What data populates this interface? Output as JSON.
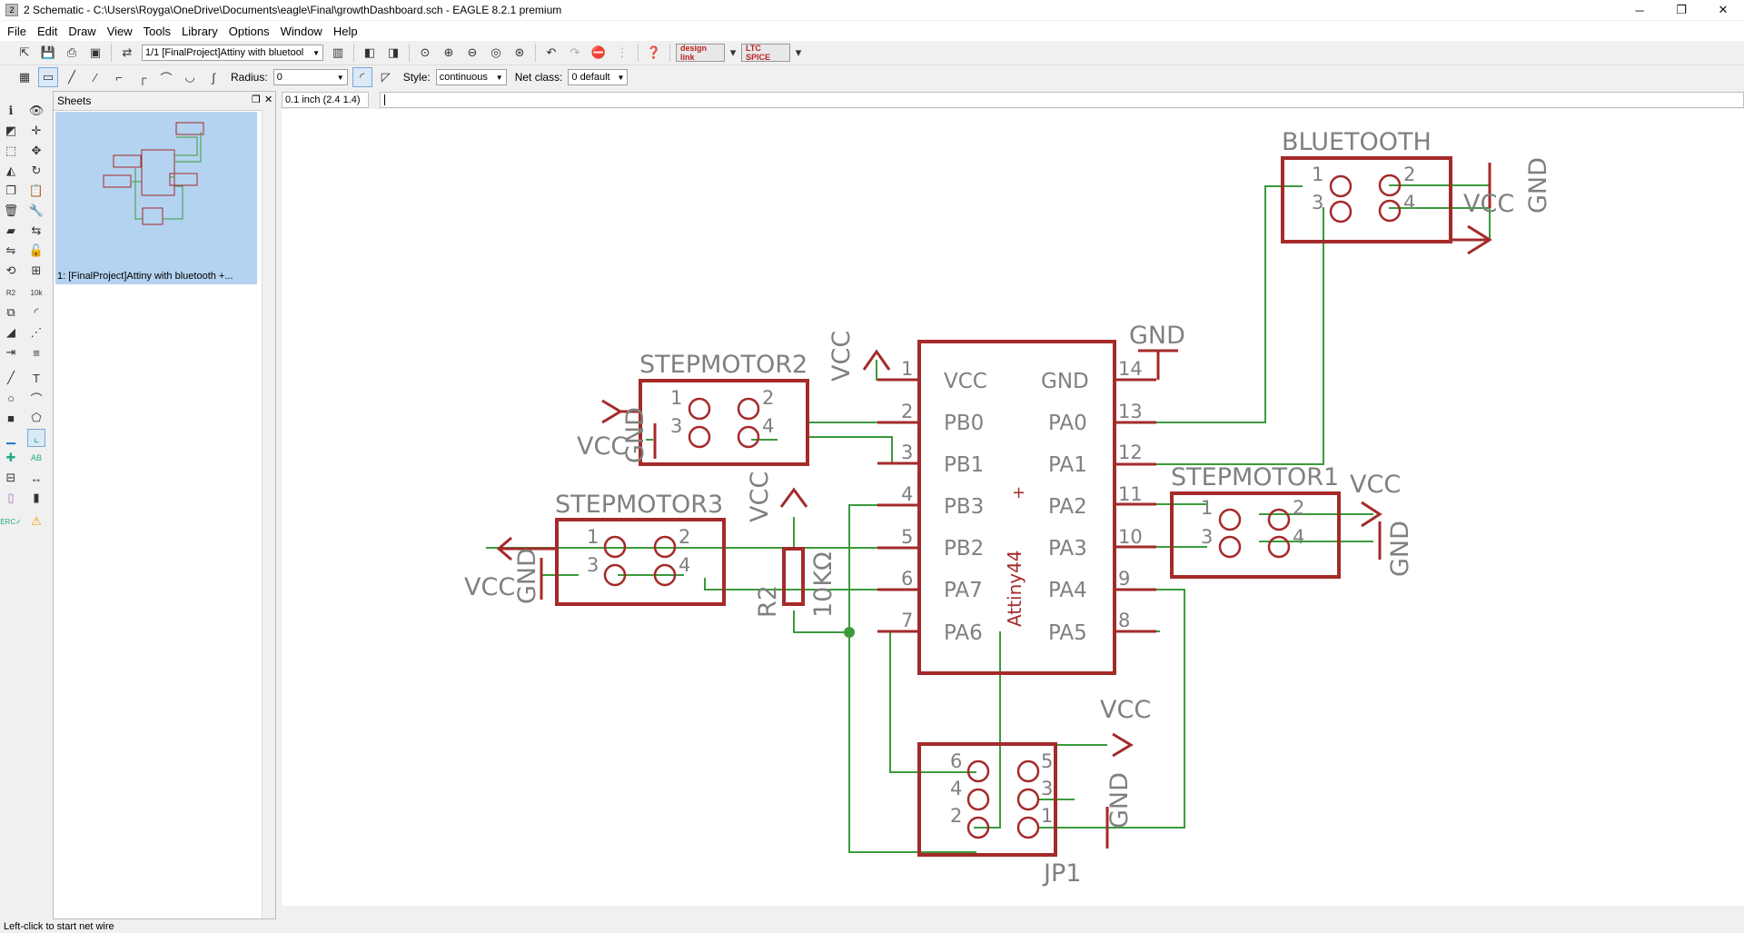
{
  "window": {
    "title": "2 Schematic - C:\\Users\\Royga\\OneDrive\\Documents\\eagle\\Final\\growthDashboard.sch - EAGLE 8.2.1 premium",
    "minimize": "─",
    "restore": "❐",
    "close": "✕"
  },
  "menu": [
    "File",
    "Edit",
    "Draw",
    "View",
    "Tools",
    "Library",
    "Options",
    "Window",
    "Help"
  ],
  "toolbar": {
    "sheet_select": "1/1 [FinalProject]Attiny with bluetool",
    "design_link": "design link",
    "ltspice": "LTC SPICE"
  },
  "wiretoolbar": {
    "radius_label": "Radius:",
    "radius_value": "0",
    "style_label": "Style:",
    "style_value": "continuous",
    "netclass_label": "Net class:",
    "netclass_value": "0 default"
  },
  "sheets_panel": {
    "title": "Sheets",
    "item_caption": "1: [FinalProject]Attiny with bluetooth +..."
  },
  "coord": "0.1 inch (2.4 1.4)",
  "status": "Left-click to start net wire",
  "schematic": {
    "bluetooth": {
      "name": "BLUETOOTH",
      "pins": [
        "1",
        "2",
        "3",
        "4"
      ]
    },
    "stepmotor1": {
      "name": "STEPMOTOR1",
      "pins": [
        "1",
        "2",
        "3",
        "4"
      ]
    },
    "stepmotor2": {
      "name": "STEPMOTOR2",
      "pins": [
        "1",
        "2",
        "3",
        "4"
      ]
    },
    "stepmotor3": {
      "name": "STEPMOTOR3",
      "pins": [
        "1",
        "2",
        "3",
        "4"
      ]
    },
    "jp1": {
      "name": "JP1",
      "pins": [
        "6",
        "5",
        "4",
        "3",
        "2",
        "1"
      ]
    },
    "ic": {
      "name": "Attiny44",
      "left_pins": [
        {
          "num": "1",
          "name": "VCC"
        },
        {
          "num": "2",
          "name": "PB0"
        },
        {
          "num": "3",
          "name": "PB1"
        },
        {
          "num": "4",
          "name": "PB3"
        },
        {
          "num": "5",
          "name": "PB2"
        },
        {
          "num": "6",
          "name": "PA7"
        },
        {
          "num": "7",
          "name": "PA6"
        }
      ],
      "right_pins": [
        {
          "num": "14",
          "name": "GND"
        },
        {
          "num": "13",
          "name": "PA0"
        },
        {
          "num": "12",
          "name": "PA1"
        },
        {
          "num": "11",
          "name": "PA2"
        },
        {
          "num": "10",
          "name": "PA3"
        },
        {
          "num": "9",
          "name": "PA4"
        },
        {
          "num": "8",
          "name": "PA5"
        }
      ]
    },
    "resistor": {
      "name": "R2",
      "value": "10KΩ"
    },
    "vcc": "VCC",
    "gnd": "GND"
  },
  "colors": {
    "part": "#a52a2a",
    "text": "#808080",
    "wire": "#3c9a3c",
    "selection": "#b4d3f0"
  }
}
